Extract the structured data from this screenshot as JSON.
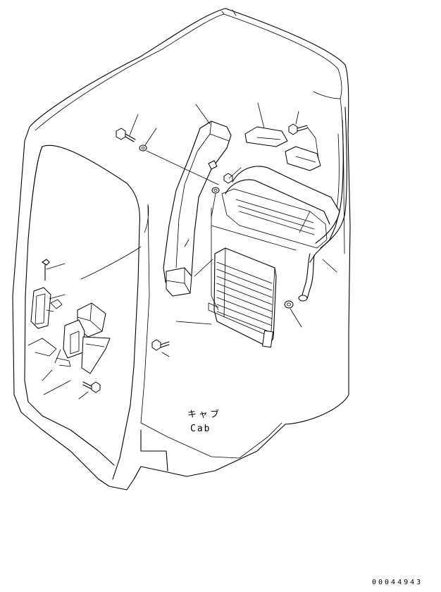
{
  "diagram": {
    "label_jp": "キャブ",
    "label_en": "Cab",
    "part_number": "00044943"
  }
}
